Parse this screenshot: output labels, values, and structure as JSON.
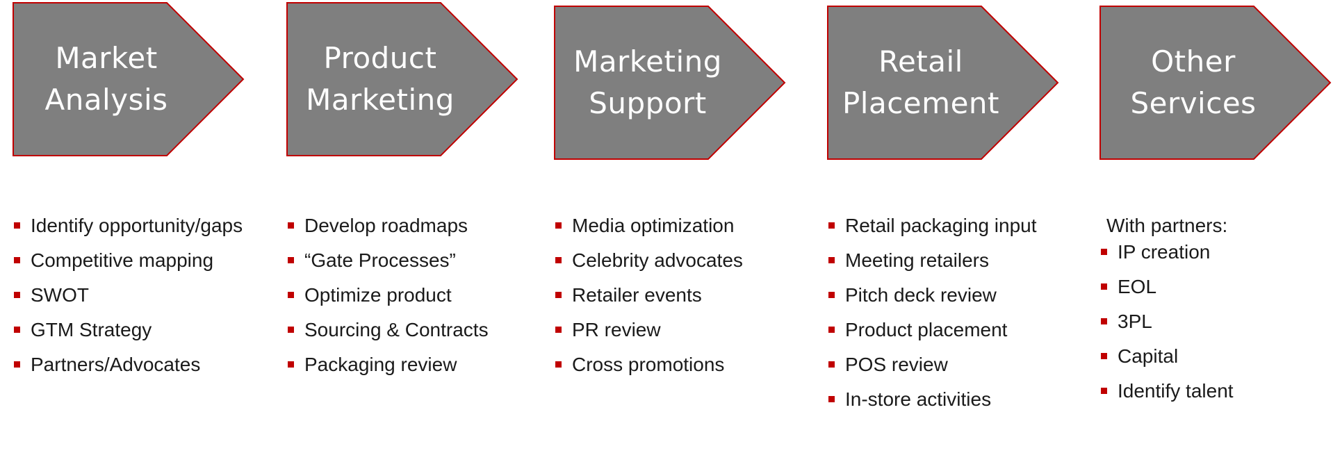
{
  "colors": {
    "chevron_fill": "#7f7f7f",
    "chevron_border": "#c00000",
    "bullet": "#c00000",
    "title_text": "#ffffff",
    "body_text": "#1a1a1a"
  },
  "columns": [
    {
      "title_lines": [
        "Market",
        "Analysis"
      ],
      "bullets": [
        "Identify opportunity/gaps",
        "Competitive mapping",
        "SWOT",
        "GTM Strategy",
        "Partners/Advocates"
      ]
    },
    {
      "title_lines": [
        "Product",
        "Marketing"
      ],
      "bullets": [
        "Develop roadmaps",
        "“Gate Processes”",
        "Optimize product",
        "Sourcing & Contracts",
        "Packaging review"
      ]
    },
    {
      "title_lines": [
        "Marketing",
        "Support"
      ],
      "bullets": [
        "Media optimization",
        "Celebrity advocates",
        "Retailer events",
        "PR review",
        "Cross promotions"
      ]
    },
    {
      "title_lines": [
        "Retail",
        "Placement"
      ],
      "bullets": [
        "Retail packaging input",
        "Meeting retailers",
        "Pitch deck review",
        "Product placement",
        "POS review",
        "In-store activities"
      ]
    },
    {
      "title_lines": [
        "Other",
        "Services"
      ],
      "intro": "With partners:",
      "bullets": [
        "IP creation",
        "EOL",
        "3PL",
        "Capital",
        "Identify talent"
      ]
    }
  ]
}
